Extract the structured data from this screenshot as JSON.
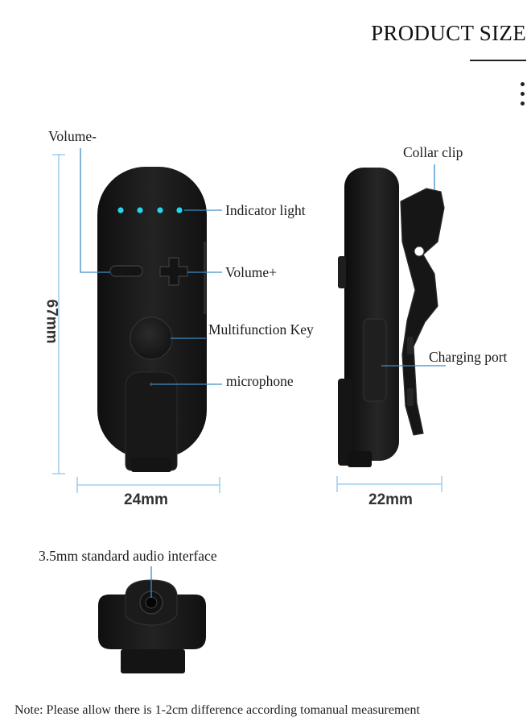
{
  "header": {
    "title": "PRODUCT SIZE"
  },
  "front_view": {
    "labels": {
      "volume_minus": "Volume-",
      "indicator_light": "Indicator light",
      "volume_plus": "Volume+",
      "multifunction_key": "Multifunction Key",
      "microphone": "microphone"
    },
    "height_dimension": "67mm",
    "width_dimension": "24mm"
  },
  "side_view": {
    "labels": {
      "collar_clip": "Collar clip",
      "charging_port": "Charging port"
    },
    "depth_dimension": "22mm"
  },
  "bottom_view": {
    "labels": {
      "audio_interface": "3.5mm standard audio interface"
    }
  },
  "footer": {
    "note": "Note: Please allow there is 1-2cm difference according tomanual measurement"
  },
  "colors": {
    "device_body": "#1b1b1b",
    "leader_line": "#3c8fc8",
    "dimension_line": "#8ec7ea",
    "indicator_led": "#25d6ea"
  }
}
